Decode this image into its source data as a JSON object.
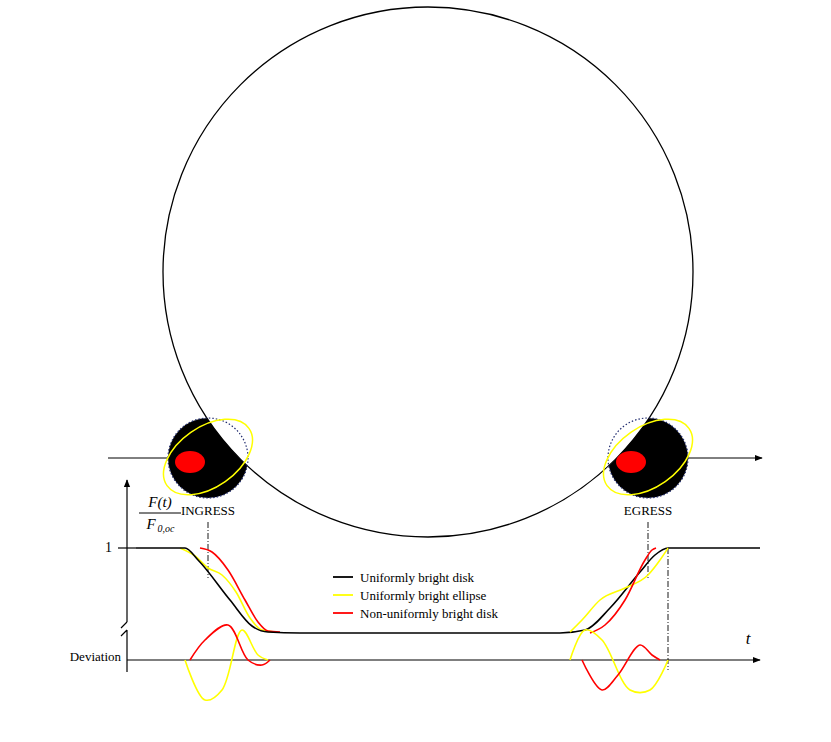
{
  "diagram": {
    "labels": [
      "INGRESS",
      "EGRESS",
      "F(t)",
      "F",
      "0,oc",
      "1",
      "Deviation",
      "t"
    ],
    "legend": [
      {
        "text": "Uniformly bright disk"
      },
      {
        "text": "Uniformly bright ellipse"
      },
      {
        "text": "Non-uniformly bright disk"
      }
    ]
  }
}
